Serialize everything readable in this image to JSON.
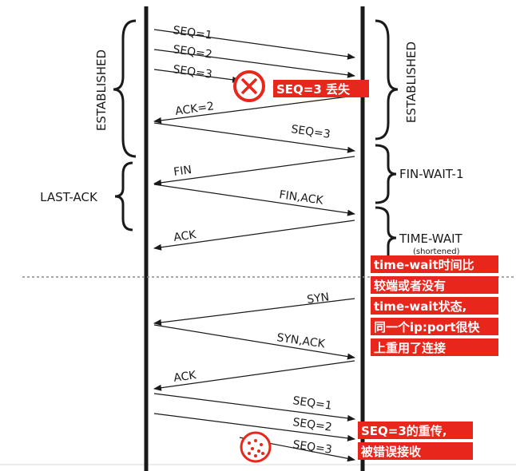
{
  "left_states": {
    "established": "ESTABLISHED",
    "last_ack": "LAST-ACK"
  },
  "right_states": {
    "established": "ESTABLISHED",
    "fin_wait_1": "FIN-WAIT-1",
    "time_wait": "TIME-WAIT",
    "time_wait_note": "(shortened)"
  },
  "messages": [
    {
      "label": "SEQ=1",
      "direction": "right"
    },
    {
      "label": "SEQ=2",
      "direction": "right"
    },
    {
      "label": "SEQ=3",
      "direction": "right",
      "status": "lost"
    },
    {
      "label": "ACK=2",
      "direction": "left"
    },
    {
      "label": "SEQ=3",
      "direction": "right"
    },
    {
      "label": "FIN",
      "direction": "left"
    },
    {
      "label": "FIN,ACK",
      "direction": "right"
    },
    {
      "label": "ACK",
      "direction": "left"
    },
    {
      "label": "SYN",
      "direction": "left"
    },
    {
      "label": "SYN,ACK",
      "direction": "right"
    },
    {
      "label": "ACK",
      "direction": "left"
    },
    {
      "label": "SEQ=1",
      "direction": "right"
    },
    {
      "label": "SEQ=2",
      "direction": "right"
    },
    {
      "label": "SEQ=3",
      "direction": "right",
      "status": "misreceived"
    }
  ],
  "annotations": {
    "lost": "SEQ=3 丢失",
    "time_wait": [
      "time-wait时间比",
      "较端或者没有",
      "time-wait状态,",
      "同一个ip:port很快",
      "上重用了连接"
    ],
    "retransmit": [
      "SEQ=3的重传,",
      "被错误接收"
    ]
  },
  "colors": {
    "line": "#1a1a1a",
    "annotation_bg": "#e8261c",
    "annotation_text": "#ffffff",
    "divider": "#888888"
  },
  "icons": {
    "lost": "x-circle-icon",
    "misreceived": "scatter-circle-icon"
  }
}
